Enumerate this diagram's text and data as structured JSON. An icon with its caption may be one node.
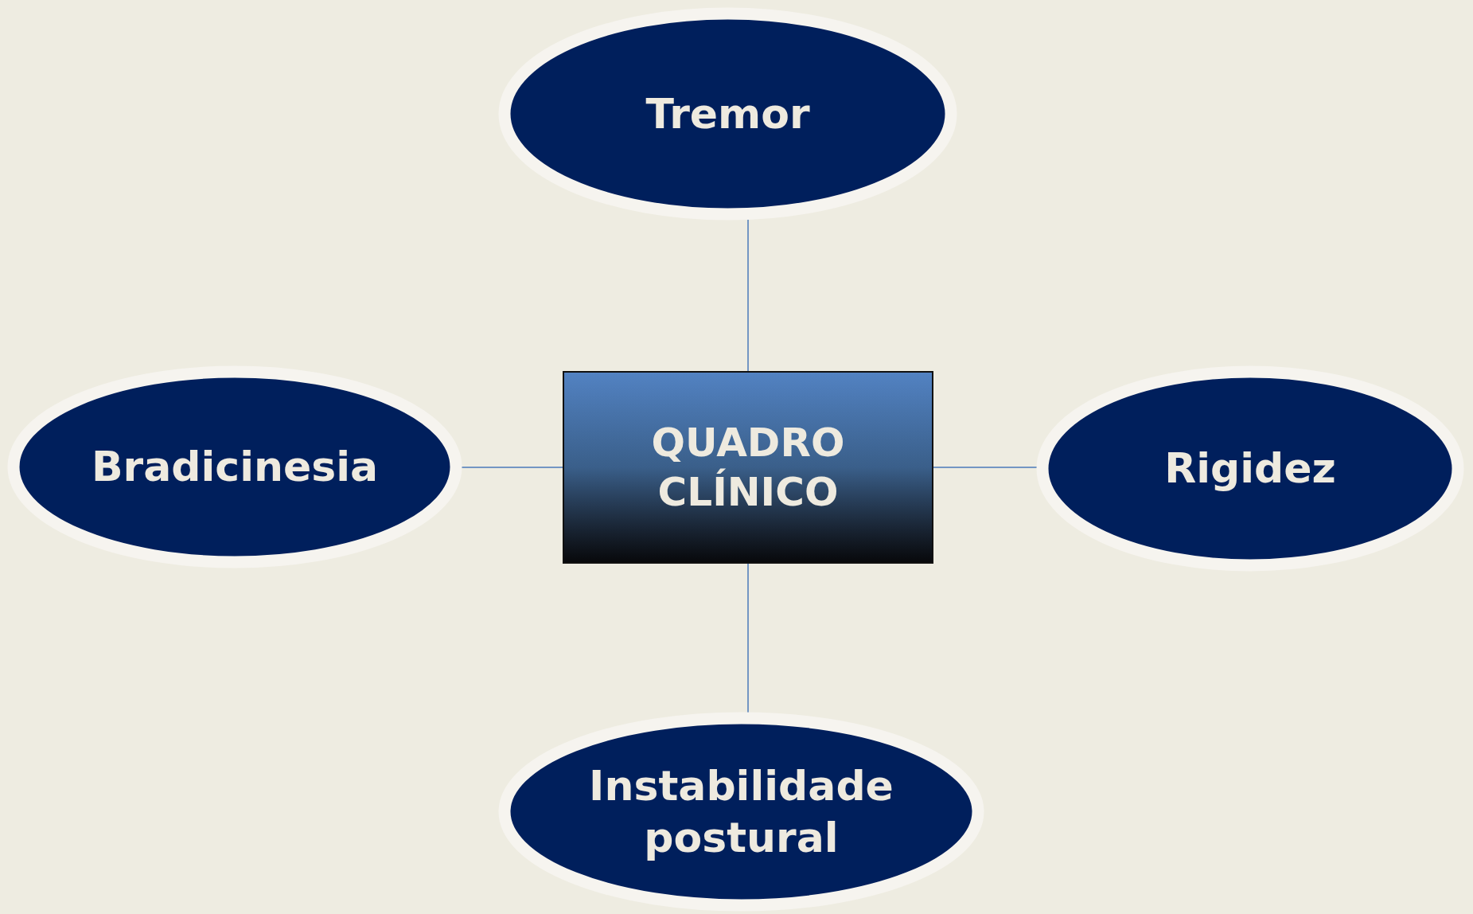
{
  "diagram": {
    "nodes": [
      {
        "text": [
          "Tremor"
        ]
      },
      {
        "text": [
          "Bradicinesia"
        ]
      },
      {
        "text": [
          "QUADRO CLÍNICO"
        ]
      },
      {
        "text": [
          "Rigidez"
        ]
      },
      {
        "text": [
          "Instabilidade postural"
        ]
      }
    ],
    "edges": [
      {
        "from": 2,
        "to": 0,
        "arrow": "none"
      },
      {
        "from": 2,
        "to": 1,
        "arrow": "none"
      },
      {
        "from": 2,
        "to": 3,
        "arrow": "none"
      },
      {
        "from": 2,
        "to": 4,
        "arrow": "none"
      }
    ]
  }
}
